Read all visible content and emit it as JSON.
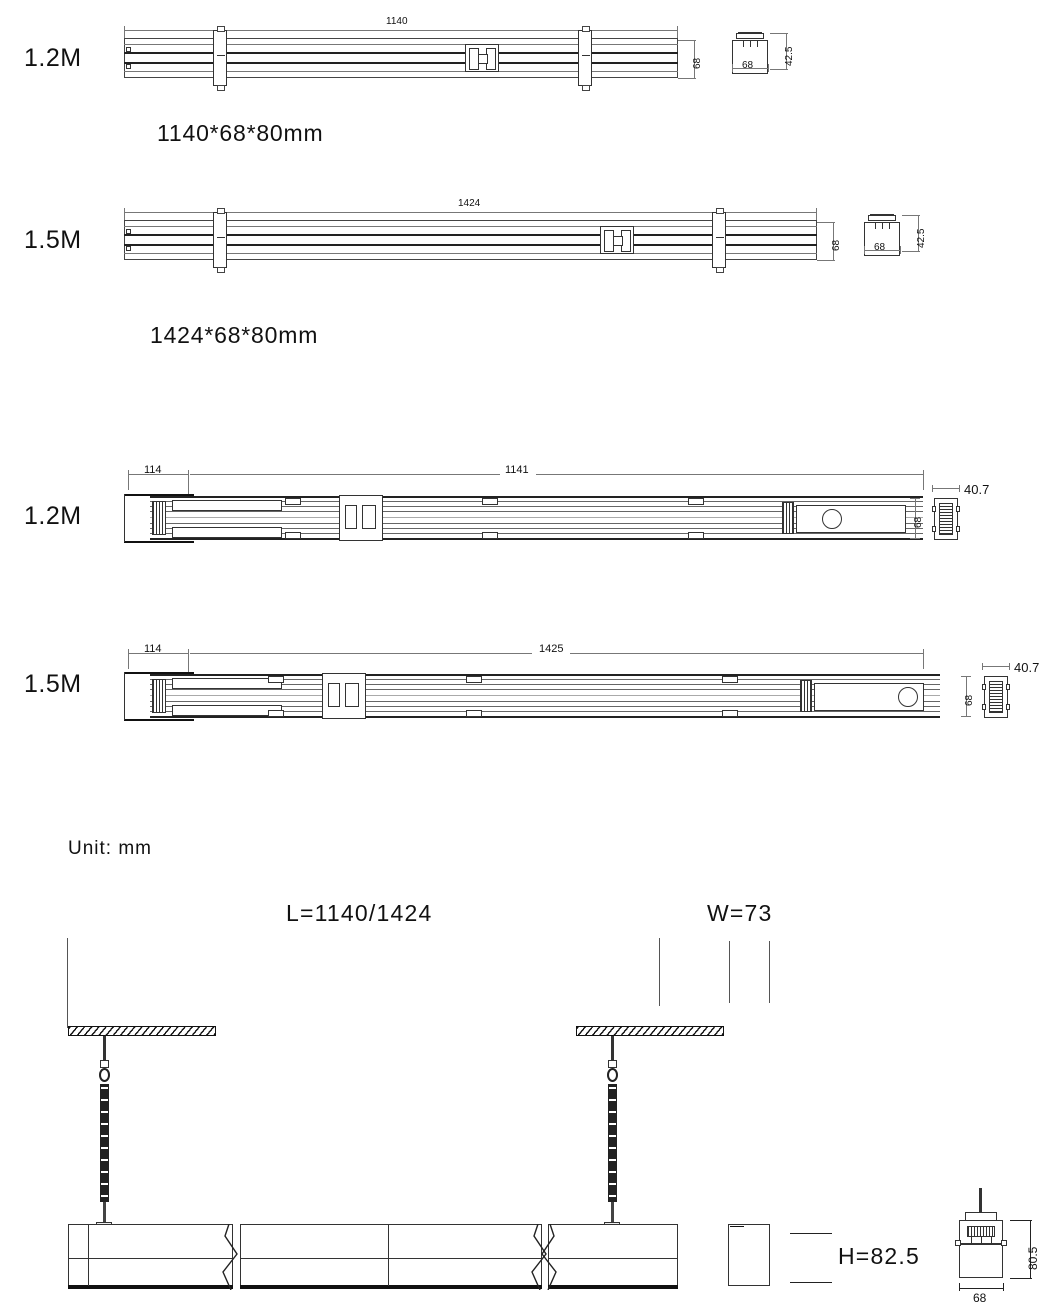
{
  "document": {
    "type": "technical-drawing",
    "subject": "LED linear trunking / pendant luminaire dimension sheet",
    "unit_note": "Unit: mm"
  },
  "rows": [
    {
      "id": "row-1",
      "size_label": "1.2M",
      "spec_text": "1140*68*80mm",
      "length_dim": "1140",
      "height_dim": "68",
      "section": {
        "width_dim": "68",
        "height_dim": "42.5"
      }
    },
    {
      "id": "row-2",
      "size_label": "1.5M",
      "spec_text": "1424*68*80mm",
      "length_dim": "1424",
      "height_dim": "68",
      "section": {
        "width_dim": "68",
        "height_dim": "42.5"
      }
    },
    {
      "id": "row-3",
      "size_label": "1.2M",
      "end_dim": "114",
      "length_dim": "1141",
      "section": {
        "width_dim": "40.7",
        "height_dim": "68"
      }
    },
    {
      "id": "row-4",
      "size_label": "1.5M",
      "end_dim": "114",
      "length_dim": "1425",
      "section": {
        "width_dim": "40.7",
        "height_dim": "68"
      }
    }
  ],
  "fixture": {
    "length_label": "L=1140/1424",
    "width_label": "W=73",
    "height_label": "H=82.5",
    "section": {
      "height_dim": "80.5",
      "width_dim": "68"
    }
  }
}
